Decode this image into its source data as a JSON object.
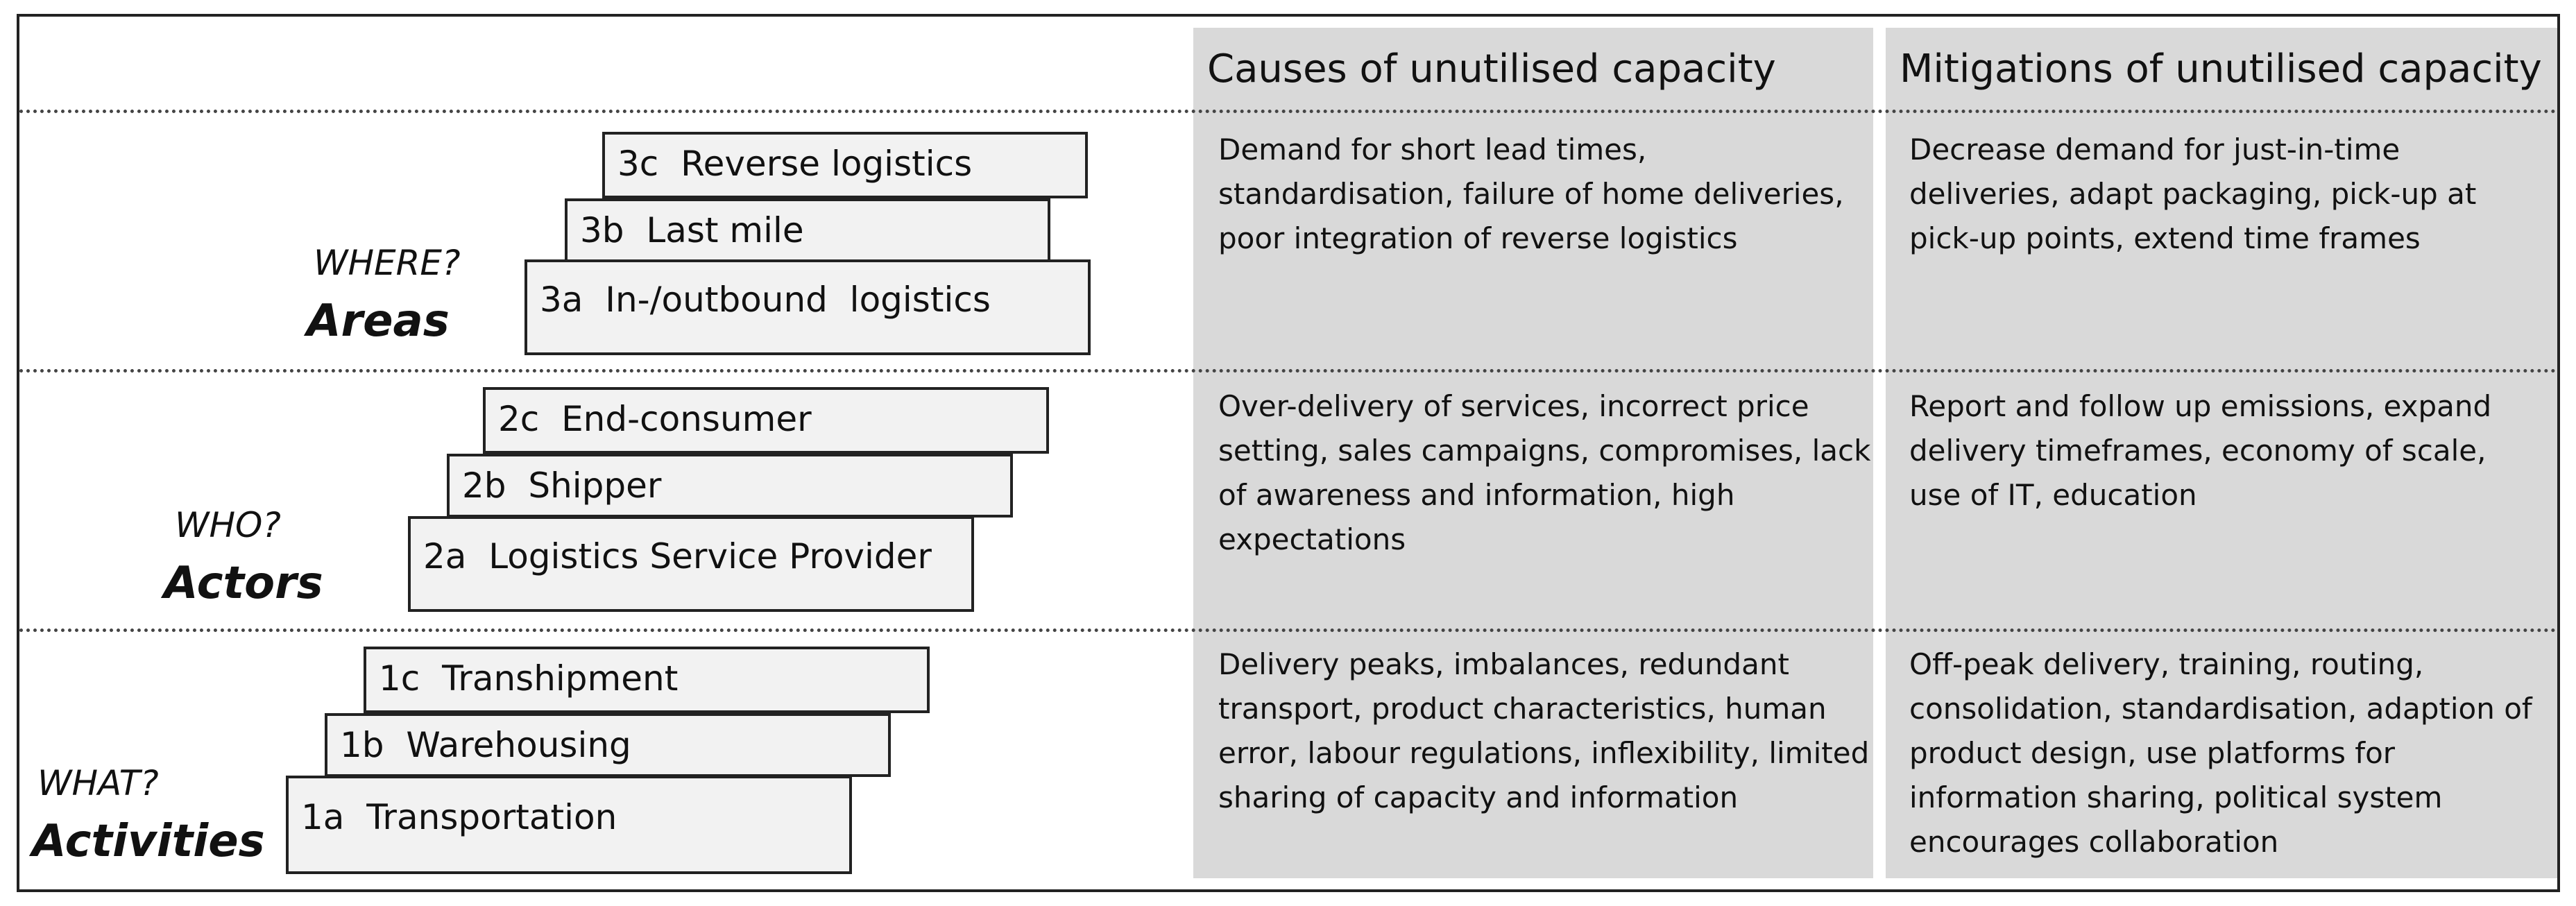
{
  "columns": {
    "causes": "Causes of unutilised capacity",
    "mitigations": "Mitigations of unutilised capacity"
  },
  "rows": [
    {
      "question": "WHERE?",
      "category": "Areas",
      "items": [
        "3c  Reverse logistics",
        "3b  Last mile",
        "3a  In-/outbound  logistics"
      ],
      "causes": "Demand for short lead times, standardisation, failure of home deliveries, poor integration of reverse logistics",
      "mitigations": "Decrease demand for just-in-time deliveries, adapt packaging, pick-up at pick-up points, extend time frames"
    },
    {
      "question": "WHO?",
      "category": "Actors",
      "items": [
        "2c  End-consumer",
        "2b  Shipper",
        "2a  Logistics Service Provider"
      ],
      "causes": "Over-delivery of services, incorrect price setting, sales campaigns, compromises, lack of awareness and information, high expectations",
      "mitigations": "Report and follow up emissions, expand delivery timeframes, economy of scale, use of IT, education"
    },
    {
      "question": "WHAT?",
      "category": "Activities",
      "items": [
        "1c  Transhipment",
        "1b  Warehousing",
        "1a  Transportation"
      ],
      "causes": "Delivery peaks, imbalances, redundant transport, product characteristics, human error, labour regulations, inflexibility, limited sharing of capacity and information",
      "mitigations": "Off-peak delivery, training, routing, consolidation, standardisation, adaption of product design, use platforms for information sharing, political system encourages collaboration"
    }
  ]
}
